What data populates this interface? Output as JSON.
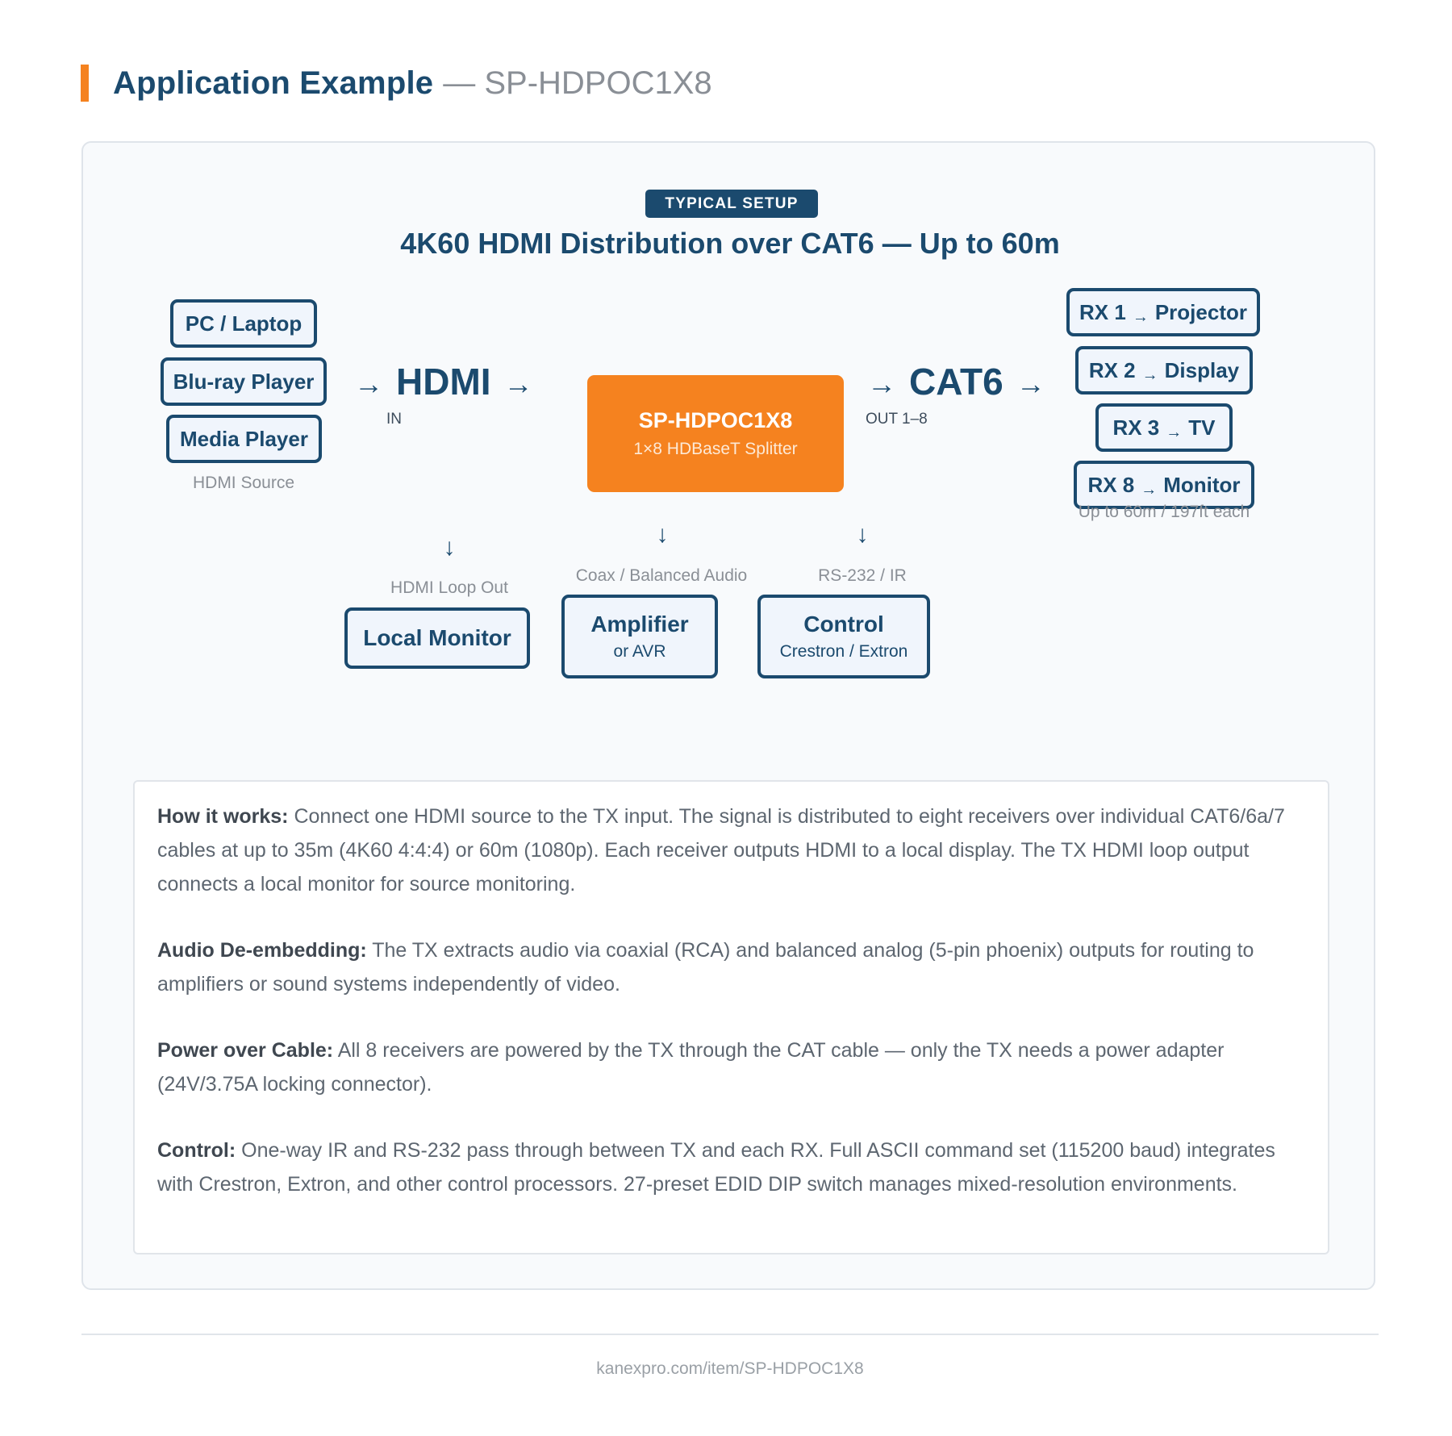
{
  "header": {
    "title": "Application Example",
    "subtitle": "— SP-HDPOC1X8"
  },
  "diagram": {
    "tag": "TYPICAL SETUP",
    "title": "4K60 HDMI Distribution over CAT6 — Up to 60m",
    "sources": [
      "PC / Laptop",
      "Blu-ray Player",
      "Media Player"
    ],
    "sources_caption": "HDMI Source",
    "input_flow": {
      "arrow_left": "→",
      "label": "HDMI",
      "arrow_right": "→",
      "port": "IN"
    },
    "splitter": {
      "name": "SP-HDPOC1X8",
      "desc": "1×8 HDBaseT Splitter"
    },
    "output_flow": {
      "arrow_left": "→",
      "label": "CAT6",
      "arrow_right": "→",
      "port": "OUT 1–8"
    },
    "receivers": [
      {
        "rx": "RX 1",
        "arrow": "→",
        "target": "Projector"
      },
      {
        "rx": "RX 2",
        "arrow": "→",
        "target": "Display"
      },
      {
        "rx": "RX 3",
        "arrow": "→",
        "target": "TV"
      },
      {
        "rx": "RX 8",
        "arrow": "→",
        "target": "Monitor"
      }
    ],
    "receivers_caption": "Up to 60m / 197ft each",
    "outputs": [
      {
        "arrow": "↓",
        "label": "HDMI Loop Out",
        "title": "Local Monitor",
        "sub": ""
      },
      {
        "arrow": "↓",
        "label": "Coax / Balanced Audio",
        "title": "Amplifier",
        "sub": "or AVR"
      },
      {
        "arrow": "↓",
        "label": "RS-232 / IR",
        "title": "Control",
        "sub": "Crestron / Extron"
      }
    ]
  },
  "notes": [
    {
      "heading": "How it works:",
      "text": " Connect one HDMI source to the TX input. The signal is distributed to eight receivers over individual CAT6/6a/7 cables at up to 35m (4K60 4:4:4) or 60m (1080p). Each receiver outputs HDMI to a local display. The TX HDMI loop output connects a local monitor for source monitoring."
    },
    {
      "heading": "Audio De-embedding:",
      "text": " The TX extracts audio via coaxial (RCA) and balanced analog (5-pin phoenix) outputs for routing to amplifiers or sound systems independently of video."
    },
    {
      "heading": "Power over Cable:",
      "text": " All 8 receivers are powered by the TX through the CAT cable — only the TX needs a power adapter (24V/3.75A locking connector)."
    },
    {
      "heading": "Control:",
      "text": " One-way IR and RS-232 pass through between TX and each RX. Full ASCII command set (115200 baud) integrates with Crestron, Extron, and other control processors. 27-preset EDID DIP switch manages mixed-resolution environments."
    }
  ],
  "footer": {
    "url": "kanexpro.com/item/SP-HDPOC1X8"
  },
  "colors": {
    "brand": "#1b4a6e",
    "accent": "#f5821f"
  }
}
